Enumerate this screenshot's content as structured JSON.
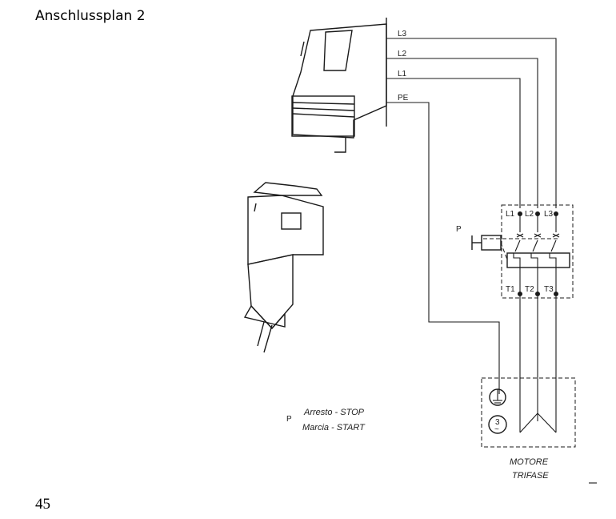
{
  "page": {
    "title": "Anschlussplan 2",
    "page_number": "45"
  },
  "diagram": {
    "supply_lines": [
      "L3",
      "L2",
      "L1",
      "PE"
    ],
    "switch_terminals_in": [
      "L1",
      "L2",
      "L3"
    ],
    "switch_terminals_out": [
      "T1",
      "T2",
      "T3"
    ],
    "switch_label": "P",
    "legend": {
      "symbol": "P",
      "stop": "Arresto - STOP",
      "start": "Marcia - START"
    },
    "motor": {
      "phase_number": "3",
      "phase_symbol": "~",
      "label_line1": "MOTORE",
      "label_line2": "TRIFASE"
    }
  }
}
